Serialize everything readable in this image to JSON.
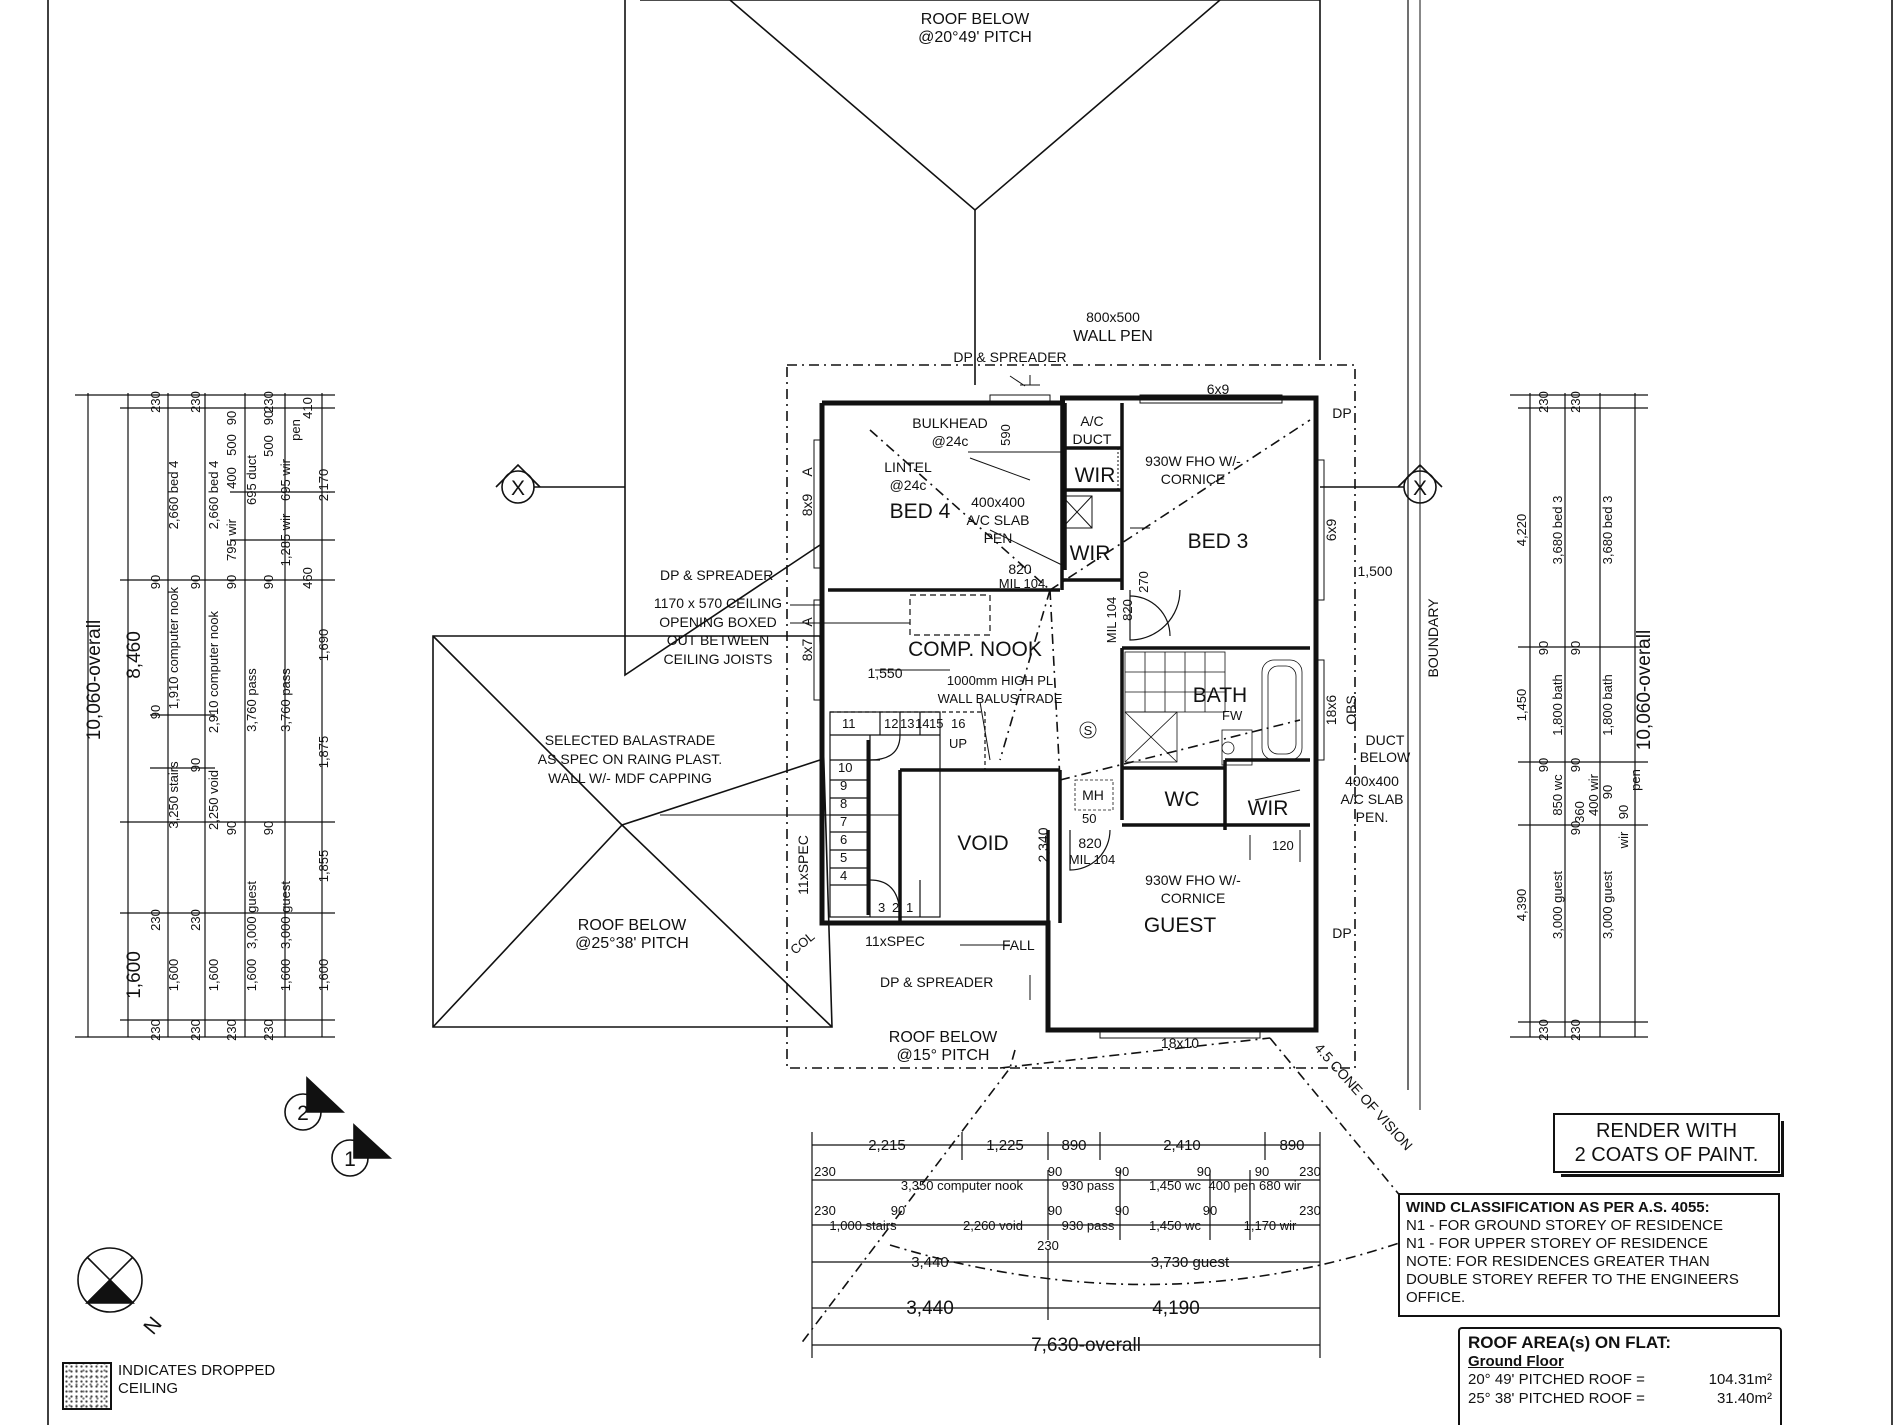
{
  "labels": {
    "roof_top": [
      "ROOF BELOW",
      "@20°49' PITCH"
    ],
    "roof_left": [
      "ROOF BELOW",
      "@25°38' PITCH"
    ],
    "roof_bottom": [
      "ROOF BELOW",
      "@15° PITCH"
    ],
    "wall_pen": [
      "800x500",
      "WALL PEN"
    ],
    "dp_top": "DP & SPREADER",
    "dp_left": "DP & SPREADER",
    "dp_bottom": "DP & SPREADER",
    "ceiling_opening": [
      "1170 x 570 CEILING",
      "OPENING BOXED",
      "OUT BETWEEN",
      "CEILING JOISTS"
    ],
    "balastrade": [
      "SELECTED BALASTRADE",
      "AS SPEC ON RAING PLAST.",
      "WALL W/- MDF CAPPING"
    ],
    "bulkhead": [
      "BULKHEAD",
      "@24c"
    ],
    "lintel": [
      "LINTEL",
      "@24c"
    ],
    "ac_duct": [
      "A/C",
      "DUCT"
    ],
    "ac_slab_1": [
      "400x400",
      "A/C SLAB",
      "PEN"
    ],
    "ac_slab_2": [
      "400x400",
      "A/C SLAB",
      "PEN."
    ],
    "fho_1": [
      "930W FHO W/-",
      "CORNICE"
    ],
    "fho_2": [
      "930W FHO W/-",
      "CORNICE"
    ],
    "high_wall": [
      "1000mm HIGH PL",
      "WALL BALUSTRADE"
    ],
    "duct_below": [
      "DUCT",
      "BELOW"
    ],
    "boundary": "BOUNDARY",
    "obs": "OBS",
    "cone": "4.5 CONE OF VISION",
    "fall": "FALL",
    "col": "COL",
    "mil_1": "820",
    "mil_1b": "MIL 104",
    "mil_2": "820",
    "mil_2b": "MIL 104",
    "mil_3": "820",
    "mil_3b": "MIL 104",
    "spec_v": "11xSPEC",
    "spec_h": "11xSPEC",
    "dp_right_1": "DP",
    "dp_right_2": "DP",
    "num_590": "590",
    "num_270": "270",
    "num_50": "50",
    "num_120": "120",
    "num_1550": "1,550",
    "num_2340": "2,340",
    "num_1500": "1,500",
    "mh": "MH",
    "fw": "FW",
    "s": "S",
    "on": "UP"
  },
  "rooms": {
    "bed4": "BED 4",
    "bed3": "BED 3",
    "nook": "COMP. NOOK",
    "bath": "BATH",
    "wc": "WC",
    "wir1": "WIR",
    "wir2": "WIR",
    "wir3": "WIR",
    "void": "VOID",
    "guest": "GUEST"
  },
  "windows": {
    "w1": "6x9",
    "w2": "8x9",
    "w3": "8x7",
    "w4": "6x9",
    "w5": "18x6",
    "w6": "18x10"
  },
  "window_side": {
    "a1": "A",
    "a2": "A"
  },
  "sections": {
    "x_left": "X",
    "x_right": "X",
    "s1": "1",
    "s2": "2"
  },
  "stairs": [
    "11",
    "12",
    "13",
    "14",
    "15",
    "16",
    "10",
    "9",
    "8",
    "7",
    "6",
    "5",
    "4",
    "3",
    "2",
    "1"
  ],
  "dims_left": {
    "overall": "10,060-overall",
    "c1": [
      "8,460",
      "1,600"
    ],
    "c2": [
      "230",
      "2,660 bed 4",
      "90",
      "1,910 computer nook",
      "90",
      "3,250 stairs",
      "230",
      "1,600",
      "230"
    ],
    "c3": [
      "230",
      "2,660 bed 4",
      "90",
      "2,910 computer nook",
      "2,250 void",
      "90",
      "230",
      "1,600",
      "230"
    ],
    "c4": [
      "90",
      "500",
      "230",
      "400",
      "695 duct",
      "90",
      "500",
      "795 wir",
      "90",
      "90",
      "3,760 pass",
      "90",
      "3,000 guest",
      "230",
      "1,600",
      "230"
    ],
    "c5": [
      "695 wir",
      "1,285 wir",
      "90",
      "3,760 pass",
      "3,000 guest",
      "1,600"
    ],
    "c6": [
      "410",
      "pen",
      "2,170",
      "460",
      "1,690",
      "1,875",
      "1,855",
      "1,600"
    ]
  },
  "dims_right": {
    "overall": "10,060-overall",
    "c1": [
      "230",
      "4,220",
      "90",
      "1,450",
      "90",
      "4,390",
      "230"
    ],
    "c2": [
      "230",
      "3,680 bed 3",
      "90",
      "1,800 bath",
      "90",
      "850 wc",
      "90",
      "3,000 guest",
      "230"
    ],
    "c3": [
      "3,680 bed 3",
      "1,800 bath",
      "400 wir",
      "360",
      "90",
      "3,000 guest"
    ],
    "c4": [
      "90",
      "pen",
      "wir"
    ]
  },
  "dims_bottom": {
    "r1": [
      "2,215",
      "1,225",
      "890",
      "2,410",
      "890"
    ],
    "r2": [
      "230",
      "3,350 computer nook",
      "90",
      "930 pass",
      "90",
      "1,450 wc",
      "90",
      "400 pen",
      "90",
      "680 wir",
      "230"
    ],
    "r3": [
      "230",
      "90",
      "1,000 stairs",
      "2,260 void",
      "90",
      "930 pass",
      "90",
      "1,450 wc",
      "90",
      "1,170 wir",
      "230",
      "230"
    ],
    "r4": [
      "3,440",
      "3,730 guest"
    ],
    "r5": [
      "3,440",
      "4,190"
    ],
    "r6": "7,630-overall"
  },
  "north": "N",
  "render_note": [
    "RENDER WITH",
    "2 COATS OF PAINT."
  ],
  "wind": [
    "WIND CLASSIFICATION AS PER A.S. 4055:",
    "N1 - FOR GROUND STOREY OF RESIDENCE",
    "N1 - FOR UPPER STOREY OF RESIDENCE",
    "NOTE: FOR RESIDENCES GREATER THAN",
    "DOUBLE STOREY REFER TO THE ENGINEERS",
    "OFFICE."
  ],
  "roof_area": {
    "title": "ROOF AREA(s) ON FLAT:",
    "sub": "Ground Floor",
    "rows": [
      {
        "label": "20° 49' PITCHED ROOF =",
        "value": "104.31m²"
      },
      {
        "label": "25° 38' PITCHED ROOF =",
        "value": "31.40m²"
      }
    ]
  },
  "legend": [
    "INDICATES DROPPED",
    "CEILING"
  ]
}
